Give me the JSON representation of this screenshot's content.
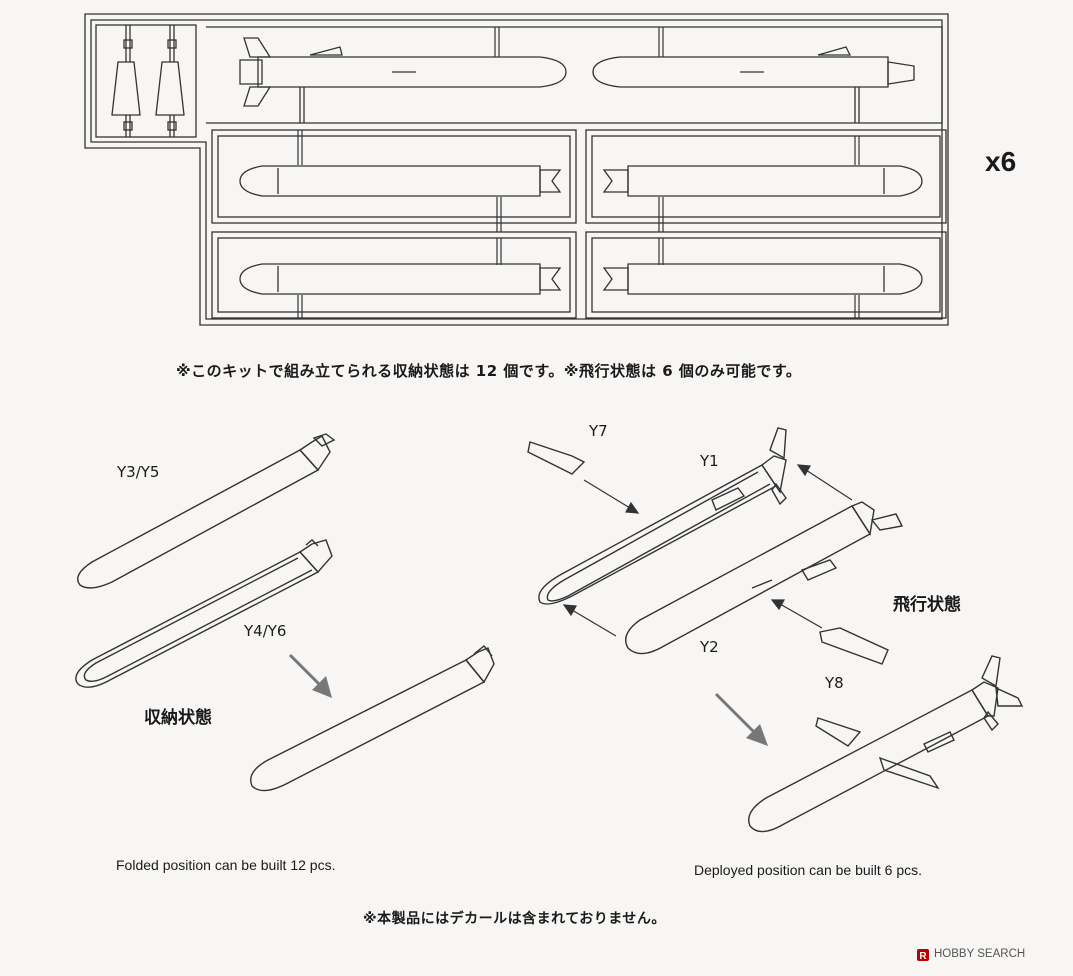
{
  "sprue": {
    "multiplier": "x6"
  },
  "notes": {
    "assembly_note": "※このキットで組み立てられる収納状態は 12 個です。※飛行状態は 6 個のみ可能です。",
    "decal_note": "※本製品にはデカールは含まれておりません。"
  },
  "states": {
    "folded_jp": "収納状態",
    "deployed_jp": "飛行状態",
    "folded_en": "Folded position can be built 12 pcs.",
    "deployed_en": "Deployed position can be built 6 pcs."
  },
  "parts": {
    "y3y5": "Y3/Y5",
    "y4y6": "Y4/Y6",
    "y7": "Y7",
    "y1": "Y1",
    "y2": "Y2",
    "y8": "Y8"
  },
  "watermark": {
    "text": "HOBBY SEARCH",
    "icon": "hobby-search-logo-icon"
  },
  "colors": {
    "line": "#333333",
    "paper": "#f7f6f4"
  }
}
